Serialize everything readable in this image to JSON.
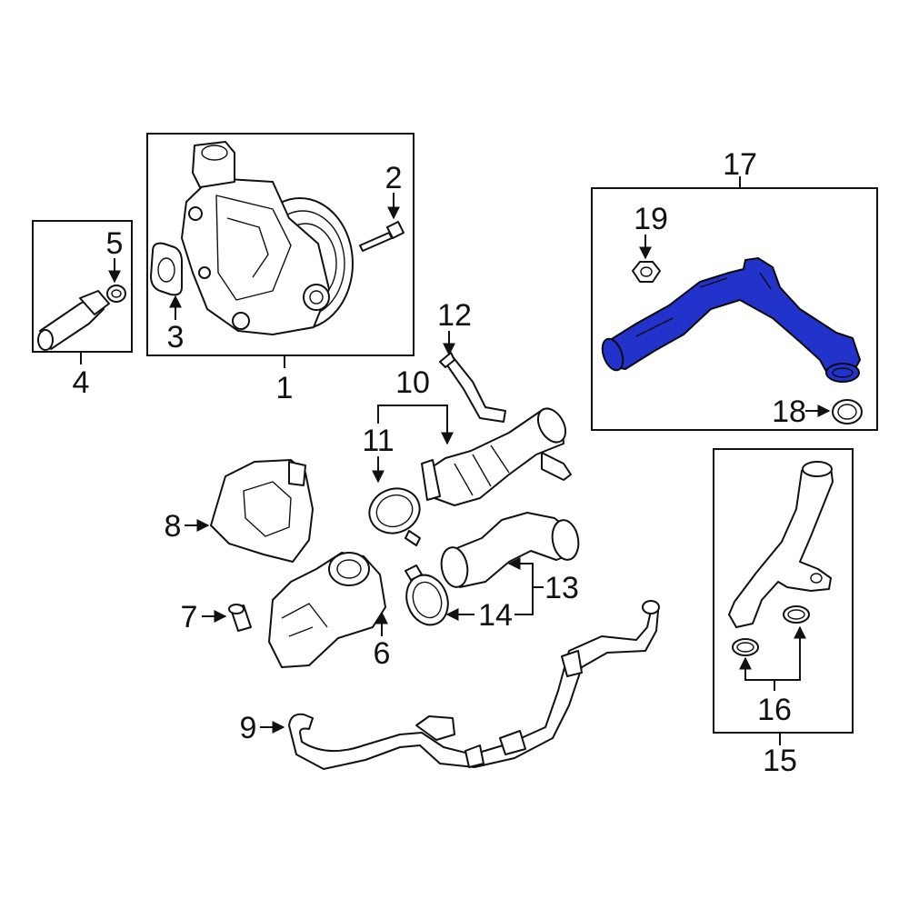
{
  "highlight_color": "#2233cc",
  "callouts": {
    "n1": "1",
    "n2": "2",
    "n3": "3",
    "n4": "4",
    "n5": "5",
    "n6": "6",
    "n7": "7",
    "n8": "8",
    "n9": "9",
    "n10": "10",
    "n11": "11",
    "n12": "12",
    "n13": "13",
    "n14": "14",
    "n15": "15",
    "n16": "16",
    "n17": "17",
    "n18": "18",
    "n19": "19"
  },
  "highlighted_part": "17"
}
